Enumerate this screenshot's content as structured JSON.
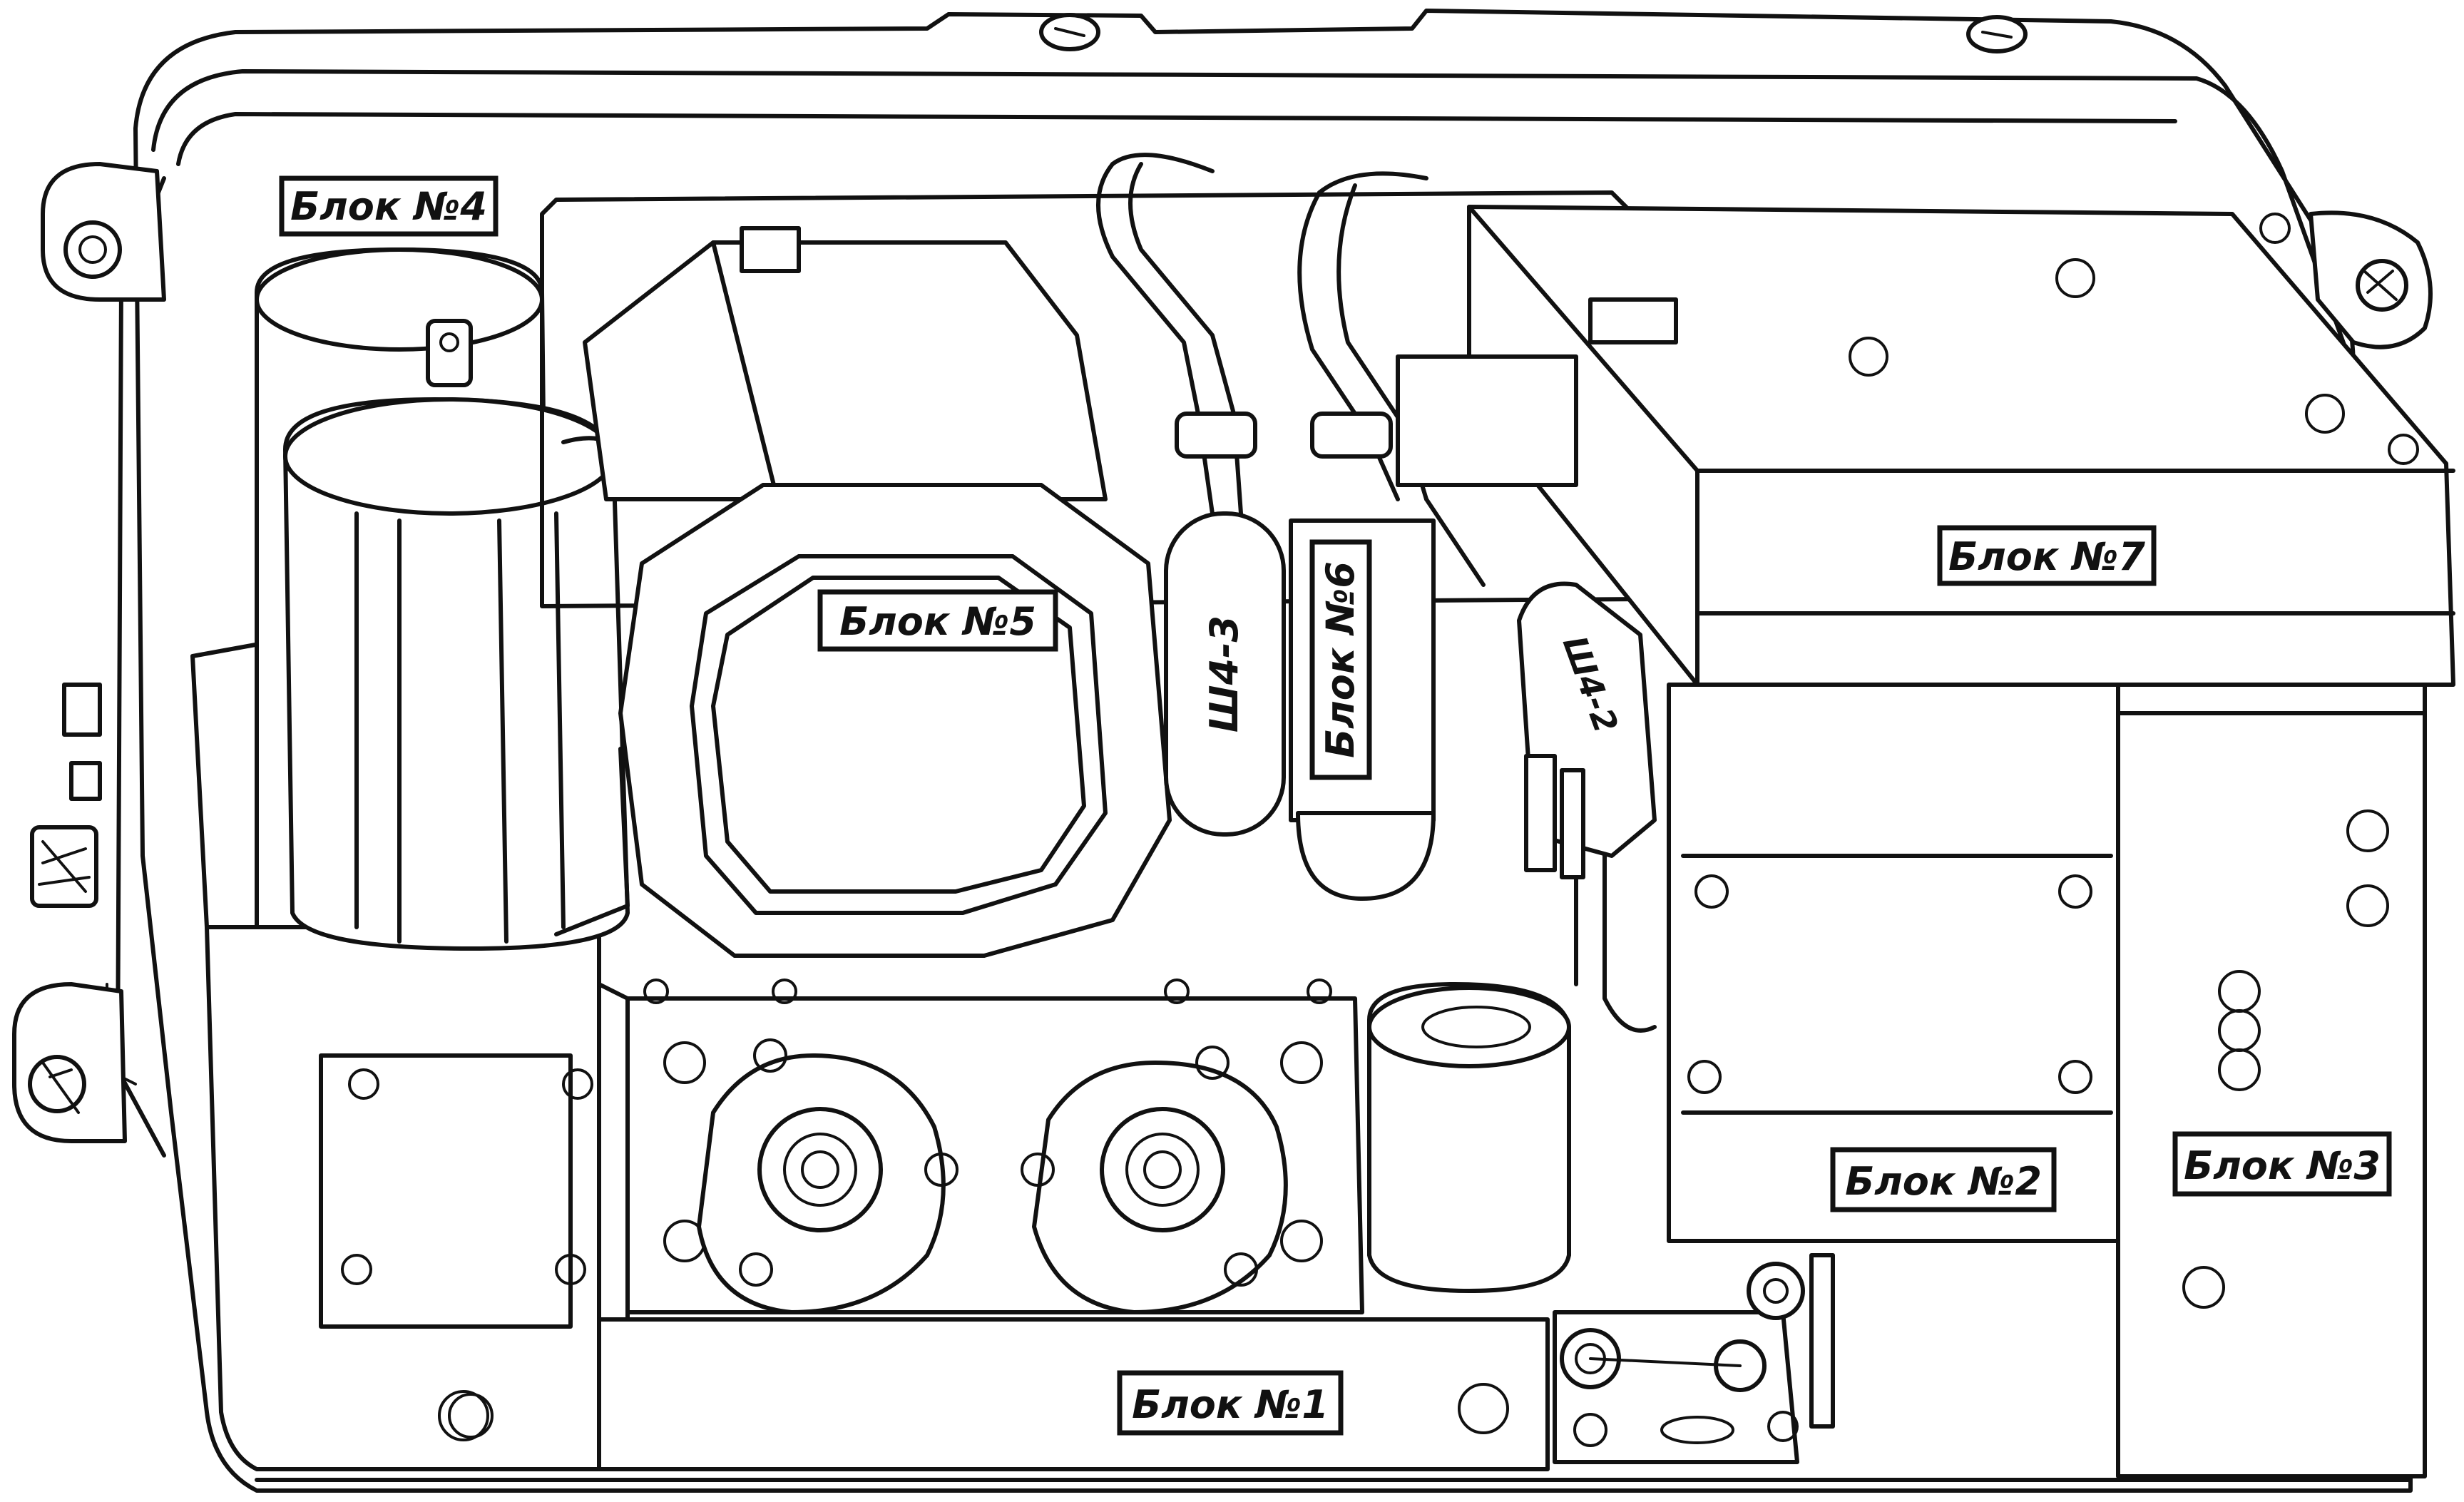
{
  "diagram": {
    "labels": {
      "block1": "Блок №1",
      "block2": "Блок №2",
      "block3": "Блок №3",
      "block4": "Блок №4",
      "block5": "Блок №5",
      "block6": "Блок №6",
      "block7": "Блок №7",
      "sh4_3": "Ш4-3",
      "sh4_2": "Ш4-2"
    },
    "colors": {
      "ink": "#111111",
      "paper": "#ffffff"
    }
  }
}
